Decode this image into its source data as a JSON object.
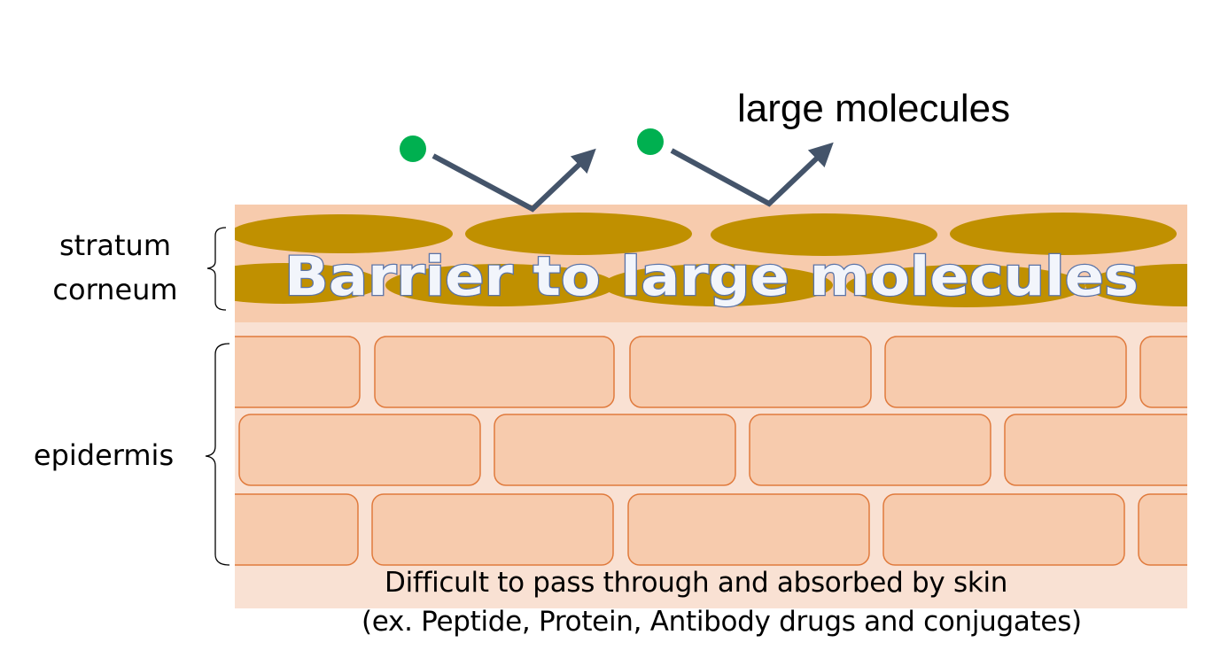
{
  "diagram": {
    "molecule_label": "large molecules",
    "barrier_text": "Barrier to large molecules",
    "layers": {
      "stratum_corneum": [
        "stratum",
        "corneum"
      ],
      "epidermis": "epidermis"
    },
    "caption": {
      "line1": "Difficult to pass through and absorbed by skin",
      "line2": "(ex. Peptide, Protein, Antibody drugs and conjugates)"
    },
    "colors": {
      "skin_background": "#f9e1d3",
      "stratum_band": "#f7cbad",
      "corneocyte": "#c09000",
      "cell_fill": "#f7cbad",
      "cell_border": "#e07a3c",
      "molecule": "#00b050",
      "arrow": "#44546a",
      "barrier_text_fill": "#f2f5fb",
      "barrier_text_outline": "#5b74a8"
    }
  }
}
